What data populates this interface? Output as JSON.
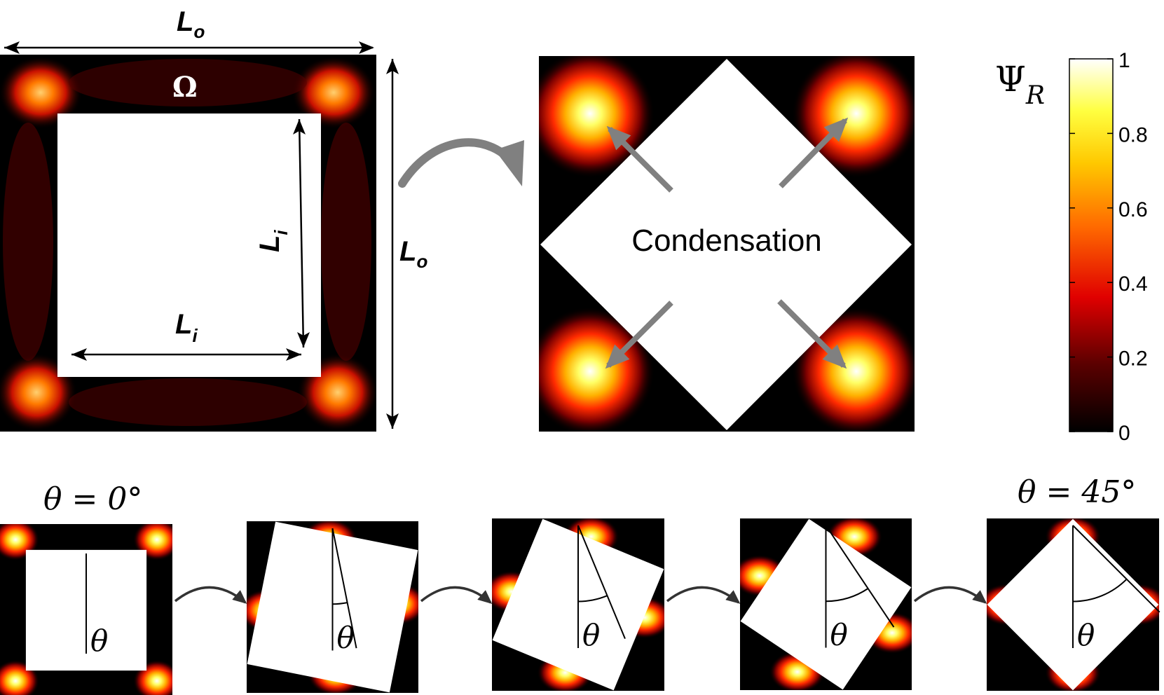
{
  "labels": {
    "outer_length": "L",
    "outer_length_sub": "o",
    "inner_length": "L",
    "inner_length_sub": "i",
    "domain_symbol": "Ω",
    "condensation": "Condensation",
    "colorbar_symbol": "Ψ",
    "colorbar_symbol_sub": "R",
    "theta_start": "θ = 0°",
    "theta_end": "θ = 45°",
    "theta": "θ"
  },
  "colorbar": {
    "colormap": "hot",
    "ticks": [
      "0",
      "0.2",
      "0.4",
      "0.6",
      "0.8",
      "1"
    ],
    "range": [
      0,
      1
    ]
  },
  "rotation_sequence": {
    "angles_deg": [
      0,
      11.25,
      22.5,
      33.75,
      45
    ]
  },
  "colors": {
    "background_field": "#000000",
    "arrow_gray": "#808080",
    "arrow_dark": "#333333",
    "white_domain": "#ffffff"
  }
}
